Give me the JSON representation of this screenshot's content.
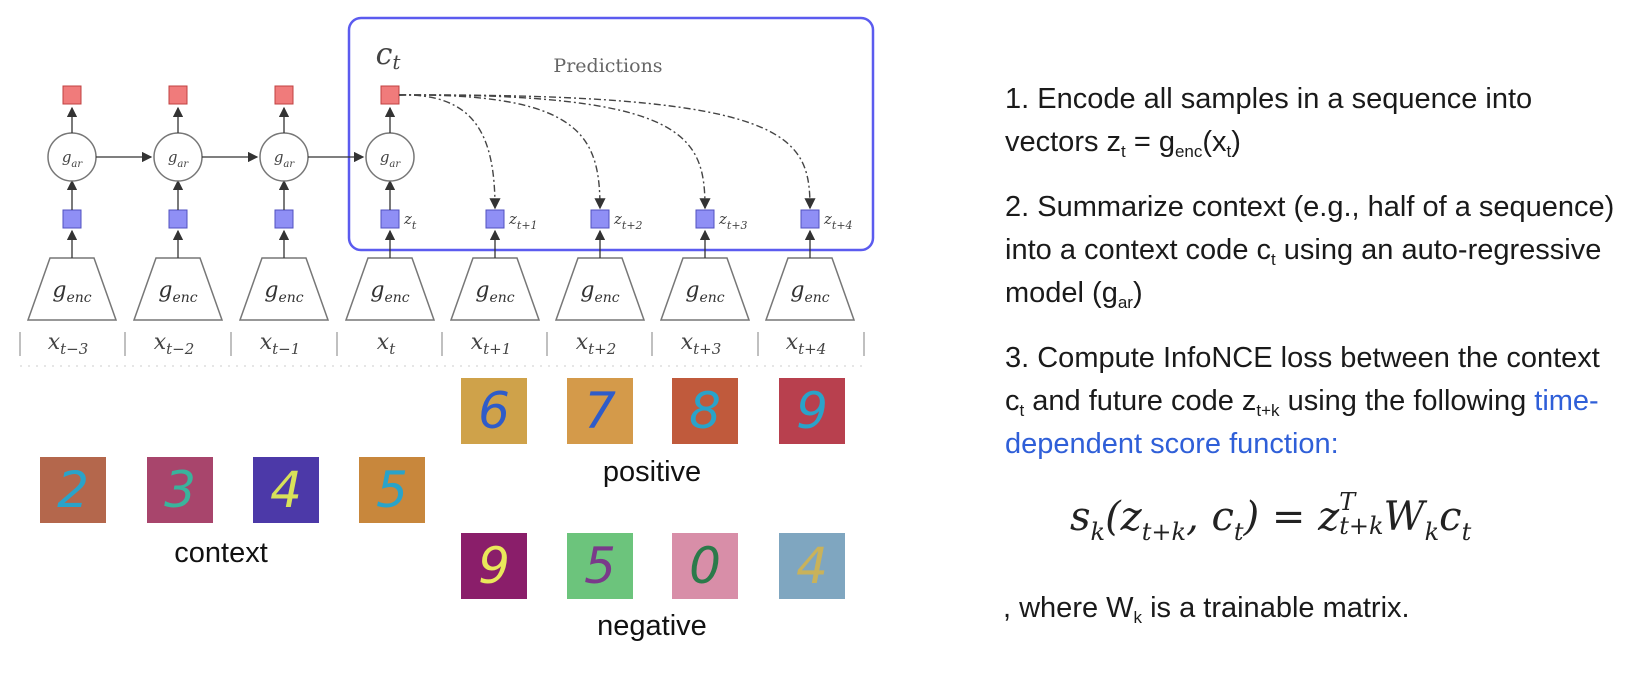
{
  "diagram": {
    "context_label": "c",
    "context_label_sub": "t",
    "predictions_label": "Predictions",
    "encoder_label": "g",
    "encoder_label_sub": "enc",
    "ar_label": "g",
    "ar_label_sub": "ar",
    "inputs": [
      {
        "base": "x",
        "sub": "t−3"
      },
      {
        "base": "x",
        "sub": "t−2"
      },
      {
        "base": "x",
        "sub": "t−1"
      },
      {
        "base": "x",
        "sub": "t"
      },
      {
        "base": "x",
        "sub": "t+1"
      },
      {
        "base": "x",
        "sub": "t+2"
      },
      {
        "base": "x",
        "sub": "t+3"
      },
      {
        "base": "x",
        "sub": "t+4"
      }
    ],
    "latents": [
      {
        "base": "z",
        "sub": "t"
      },
      {
        "base": "z",
        "sub": "t+1"
      },
      {
        "base": "z",
        "sub": "t+2"
      },
      {
        "base": "z",
        "sub": "t+3"
      },
      {
        "base": "z",
        "sub": "t+4"
      }
    ],
    "context_digits": [
      "2",
      "3",
      "4",
      "5"
    ],
    "positive_digits": [
      "6",
      "7",
      "8",
      "9"
    ],
    "negative_digits": [
      "9",
      "5",
      "0",
      "4"
    ],
    "context_caption": "context",
    "positive_caption": "positive",
    "negative_caption": "negative",
    "colors": {
      "frame": "#5b5bef",
      "latent_box": "#8f8ff5",
      "output_box": "#f07b7b",
      "ink": "#2aa3c9"
    }
  },
  "steps": {
    "step1_a": "1. Encode all samples in a sequence into vectors z",
    "step1_sub1": "t",
    "step1_b": " = g",
    "step1_sub2": "enc",
    "step1_c": "(x",
    "step1_sub3": "t",
    "step1_d": ")",
    "step2_a": "2. Summarize context (e.g., half of a sequence) into a context code c",
    "step2_sub1": "t",
    "step2_b": " using an auto-regressive model (g",
    "step2_sub2": "ar",
    "step2_c": ")",
    "step3_a": "3. Compute InfoNCE loss between the context c",
    "step3_sub1": "t",
    "step3_b": " and future code z",
    "step3_sub2": "t+k",
    "step3_c": " using the following ",
    "step3_link": "time-dependent score function:"
  },
  "formula": {
    "lhs": "s",
    "lhs_sub": "k",
    "args": "(z",
    "args_sub": "t+k",
    "args_end": ", c",
    "args_end_sub": "t",
    "eq": ") = z",
    "rhs_sup": "T",
    "rhs_sub": "t+k",
    "rhs_w": "W",
    "rhs_w_sub": "k",
    "rhs_c": "c",
    "rhs_c_sub": "t"
  },
  "footnote": {
    "a": ", where W",
    "sub": "k",
    "b": " is a trainable matrix."
  }
}
